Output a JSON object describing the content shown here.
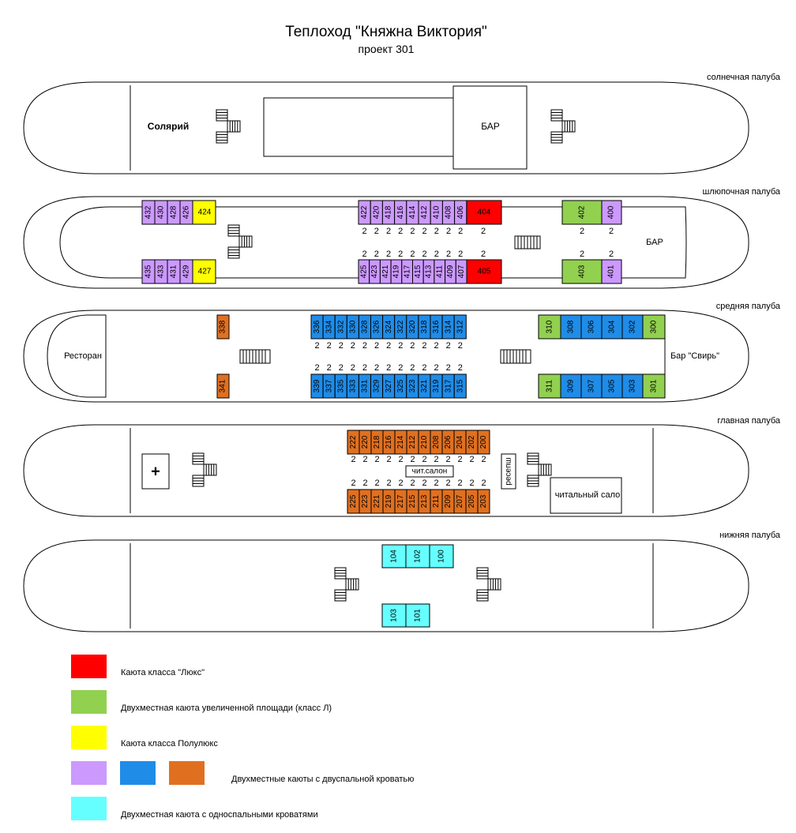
{
  "title": "Теплоход \"Княжна Виктория\"",
  "subtitle": "проект 301",
  "colors": {
    "lux": "#ff0000",
    "l_class": "#92d050",
    "semilux": "#ffff00",
    "lilac": "#cc99ff",
    "blue": "#1f8ce8",
    "orange": "#e07020",
    "cyan": "#66ffff"
  },
  "decks": {
    "sun": {
      "name": "солнечная палуба",
      "solarium": "Солярий",
      "bar": "БАР"
    },
    "boat": {
      "name": "шлюпочная палуба",
      "bar": "БАР",
      "aft_top": [
        "432",
        "430",
        "428",
        "426"
      ],
      "aft_top_semi": "424",
      "aft_bot": [
        "435",
        "433",
        "431",
        "429"
      ],
      "aft_bot_semi": "427",
      "mid_top": [
        "422",
        "420",
        "418",
        "416",
        "414",
        "412",
        "410",
        "408",
        "406"
      ],
      "mid_top_lux": "404",
      "mid_bot": [
        "425",
        "423",
        "421",
        "419",
        "417",
        "415",
        "413",
        "411",
        "409",
        "407"
      ],
      "mid_bot_lux": "405",
      "fwd_top_l": "402",
      "fwd_top": "400",
      "fwd_bot_l": "403",
      "fwd_bot": "401",
      "berth": "2"
    },
    "middle": {
      "name": "средняя палуба",
      "restaurant": "Ресторан",
      "bar": "Бар \"Свирь\"",
      "single_top": "338",
      "single_bot": "341",
      "mid_top": [
        "336",
        "334",
        "332",
        "330",
        "328",
        "326",
        "324",
        "322",
        "320",
        "318",
        "316",
        "314",
        "312"
      ],
      "mid_bot": [
        "339",
        "337",
        "335",
        "333",
        "331",
        "329",
        "327",
        "325",
        "323",
        "321",
        "319",
        "317",
        "315"
      ],
      "fwd_top_l": "310",
      "fwd_top": [
        "308",
        "306",
        "304",
        "302"
      ],
      "fwd_top_l2": "300",
      "fwd_bot_l": "311",
      "fwd_bot": [
        "309",
        "307",
        "305",
        "303"
      ],
      "fwd_bot_l2": "301",
      "berth": "2"
    },
    "main": {
      "name": "главная палуба",
      "first_aid": "+",
      "reading_small": "чит.салон",
      "reception": "ресепш",
      "reading_room": "читальный сало",
      "top": [
        "222",
        "220",
        "218",
        "216",
        "214",
        "212",
        "210",
        "208",
        "206",
        "204",
        "202",
        "200"
      ],
      "bot": [
        "225",
        "223",
        "221",
        "219",
        "217",
        "215",
        "213",
        "211",
        "209",
        "207",
        "205",
        "203"
      ],
      "berth": "2"
    },
    "lower": {
      "name": "нижняя палуба",
      "top": [
        "104",
        "102",
        "100"
      ],
      "bot": [
        "103",
        "101"
      ]
    }
  },
  "legend": [
    {
      "color_key": "lux",
      "text": "Каюта класса \"Люкс\""
    },
    {
      "color_key": "l_class",
      "text": "Двухместная каюта увеличенной площади (класс Л)"
    },
    {
      "color_key": "semilux",
      "text": "Каюта класса Полулюкс"
    },
    {
      "color_key": "lilac",
      "text": "Двухместные каюты с двуспальной кроватью"
    },
    {
      "color_key": "cyan",
      "text": "Двухместная каюта с  односпальными кроватями"
    }
  ]
}
